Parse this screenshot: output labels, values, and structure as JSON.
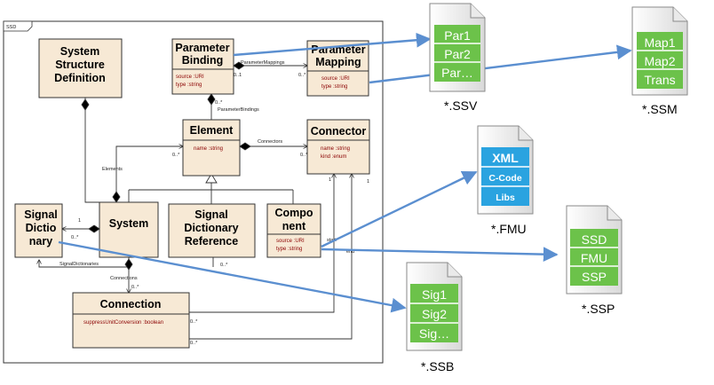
{
  "frame": {
    "label": "SSD"
  },
  "classes": {
    "ssd_def": {
      "line1": "System",
      "line2": "Structure",
      "line3": "Definition"
    },
    "param_binding": {
      "line1": "Parameter",
      "line2": "Binding",
      "attr1": "source  :URI",
      "attr2": "type  :string"
    },
    "param_mapping": {
      "line1": "Parameter",
      "line2": "Mapping",
      "attr1": "source  :URI",
      "attr2": "type  :string"
    },
    "element": {
      "title": "Element",
      "attr1": "name  :string"
    },
    "connector": {
      "title": "Connector",
      "attr1": "name  :string",
      "attr2": "kind  :enum"
    },
    "signal_dict": {
      "line1": "Signal",
      "line2": "Dictio",
      "line3": "nary"
    },
    "system": {
      "title": "System"
    },
    "sdr": {
      "line1": "Signal",
      "line2": "Dictionary",
      "line3": "Reference"
    },
    "component": {
      "line1": "Compo",
      "line2": "nent",
      "attr1": "source  :URI",
      "attr2": "type  :string"
    },
    "connection": {
      "title": "Connection",
      "attr1": "suppressUnitConversion  :boolean"
    }
  },
  "edge_labels": {
    "param_mappings": "ParameterMappings",
    "param_bindings": "ParameterBindings",
    "connectors": "Connectors",
    "elements": "Elements",
    "signal_dictionaries": "SignalDictionaries",
    "connections": "Connections",
    "start": "start",
    "end": "end"
  },
  "multiplicities": {
    "pm_src": "0..1",
    "pm_dst": "0..*",
    "pb": "0..*",
    "conn": "0..*",
    "elem": "0..*",
    "sys1": "1",
    "sd1": "0..*",
    "sdr": "0..*",
    "cx": "0..*",
    "start_a": "1",
    "start_b": "0..*",
    "end_a": "1",
    "end_b": "0..*"
  },
  "files": {
    "ssv": {
      "label": "*.SSV",
      "cells": [
        "Par1",
        "Par2",
        "Par…"
      ]
    },
    "ssm": {
      "label": "*.SSM",
      "cells": [
        "Map1",
        "Map2",
        "Trans"
      ]
    },
    "fmu": {
      "label": "*.FMU",
      "cells": [
        "XML",
        "C-Code",
        "Libs"
      ]
    },
    "ssp": {
      "label": "*.SSP",
      "cells": [
        "SSD",
        "FMU",
        "SSP"
      ]
    },
    "ssb": {
      "label": "*.SSB",
      "cells": [
        "Sig1",
        "Sig2",
        "Sig…"
      ]
    }
  },
  "colors": {
    "class_fill": "#f7e9d5",
    "green": "#6cc24a",
    "blue": "#2aa3e0",
    "arrow": "#5b8fd0"
  }
}
